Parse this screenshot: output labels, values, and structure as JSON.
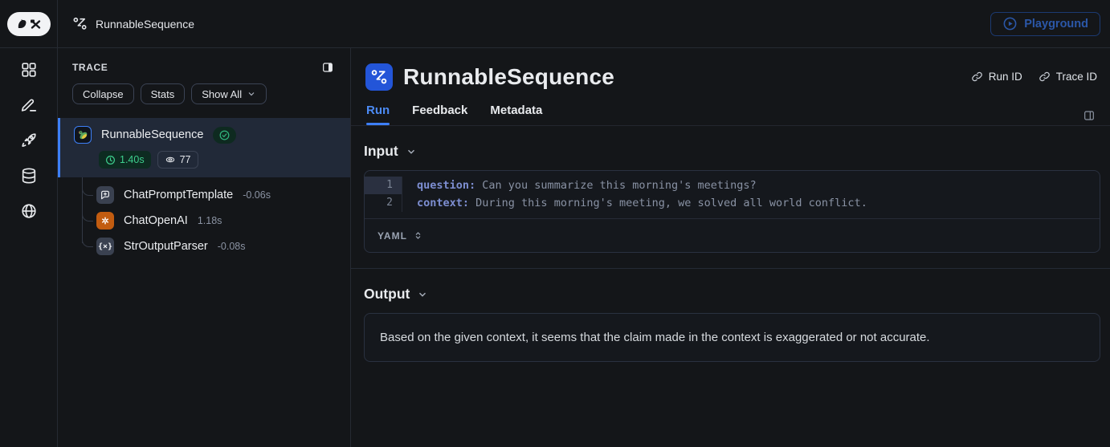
{
  "topbar": {
    "breadcrumb": "RunnableSequence",
    "playground_label": "Playground"
  },
  "trace": {
    "title": "TRACE",
    "buttons": {
      "collapse": "Collapse",
      "stats": "Stats",
      "show_all": "Show All"
    },
    "root": {
      "name": "RunnableSequence",
      "latency": "1.40s",
      "tokens": "77"
    },
    "children": [
      {
        "name": "ChatPromptTemplate",
        "duration": "-0.06s"
      },
      {
        "name": "ChatOpenAI",
        "duration": "1.18s"
      },
      {
        "name": "StrOutputParser",
        "duration": "-0.08s"
      }
    ],
    "braces_glyph": "{×}"
  },
  "main": {
    "title": "RunnableSequence",
    "links": {
      "run_id": "Run ID",
      "trace_id": "Trace ID"
    },
    "tabs": [
      {
        "label": "Run",
        "active": true
      },
      {
        "label": "Feedback",
        "active": false
      },
      {
        "label": "Metadata",
        "active": false
      }
    ],
    "input": {
      "heading": "Input",
      "code": [
        {
          "line": "1",
          "key": "question:",
          "value": " Can you summarize this morning's meetings?"
        },
        {
          "line": "2",
          "key": "context:",
          "value": " During this morning's meeting, we solved all world conflict."
        }
      ],
      "format": "YAML"
    },
    "output": {
      "heading": "Output",
      "text": "Based on the given context, it seems that the claim made in the context is exaggerated or not accurate."
    }
  },
  "colors": {
    "accent_blue": "#3d7ff7",
    "success_green": "#3ecf8e",
    "openai_orange": "#c25c10",
    "background": "#141619"
  }
}
